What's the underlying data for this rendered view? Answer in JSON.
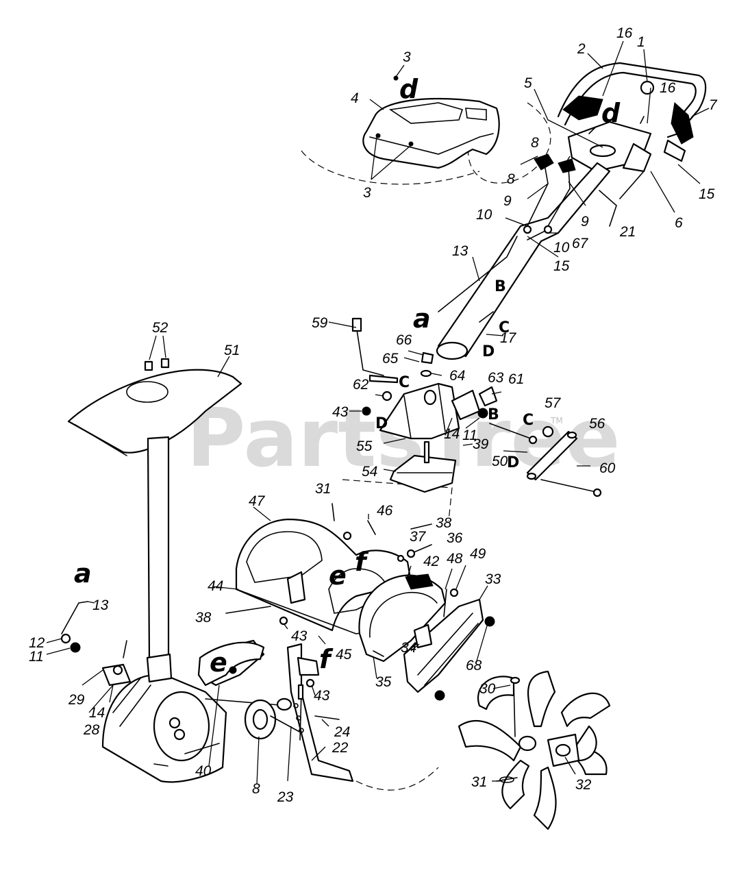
{
  "watermark": {
    "text": "PartsTree",
    "trademark": "TM"
  },
  "labels": {
    "n1": "1",
    "n2": "2",
    "n3a": "3",
    "n3b": "3",
    "n3c": "3",
    "n4": "4",
    "n5": "5",
    "n6": "6",
    "n7": "7",
    "n8a": "8",
    "n8b": "8",
    "n8c": "8",
    "n9a": "9",
    "n9b": "9",
    "n10a": "10",
    "n10b": "10",
    "n11a": "11",
    "n11b": "11",
    "n12": "12",
    "n13a": "13",
    "n13b": "13",
    "n14a": "14",
    "n14b": "14",
    "n15a": "15",
    "n15b": "15",
    "n16a": "16",
    "n16b": "16",
    "n17": "17",
    "n21": "21",
    "n22": "22",
    "n23": "23",
    "n24": "24",
    "n28": "28",
    "n29": "29",
    "n30": "30",
    "n31a": "31",
    "n31b": "31",
    "n32": "32",
    "n33": "33",
    "n34": "34",
    "n35": "35",
    "n36": "36",
    "n37": "37",
    "n38a": "38",
    "n38b": "38",
    "n39": "39",
    "n40": "40",
    "n42": "42",
    "n43a": "43",
    "n43b": "43",
    "n43c": "43",
    "n44": "44",
    "n45": "45",
    "n46": "46",
    "n47": "47",
    "n48": "48",
    "n49": "49",
    "n50": "50",
    "n51": "51",
    "n52": "52",
    "n54": "54",
    "n55": "55",
    "n56": "56",
    "n57": "57",
    "n59": "59",
    "n60": "60",
    "n61": "61",
    "n62": "62",
    "n63": "63",
    "n64": "64",
    "n65": "65",
    "n66": "66",
    "n67": "67",
    "n68": "68"
  },
  "letters": {
    "d1": "d",
    "d2": "d",
    "a1": "a",
    "a2": "a",
    "e1": "e",
    "e2": "e",
    "f1": "f",
    "f2": "f",
    "B1": "B",
    "B2": "B",
    "C1": "C",
    "C2": "C",
    "C3": "C",
    "D1": "D",
    "D2": "D",
    "D3": "D"
  }
}
